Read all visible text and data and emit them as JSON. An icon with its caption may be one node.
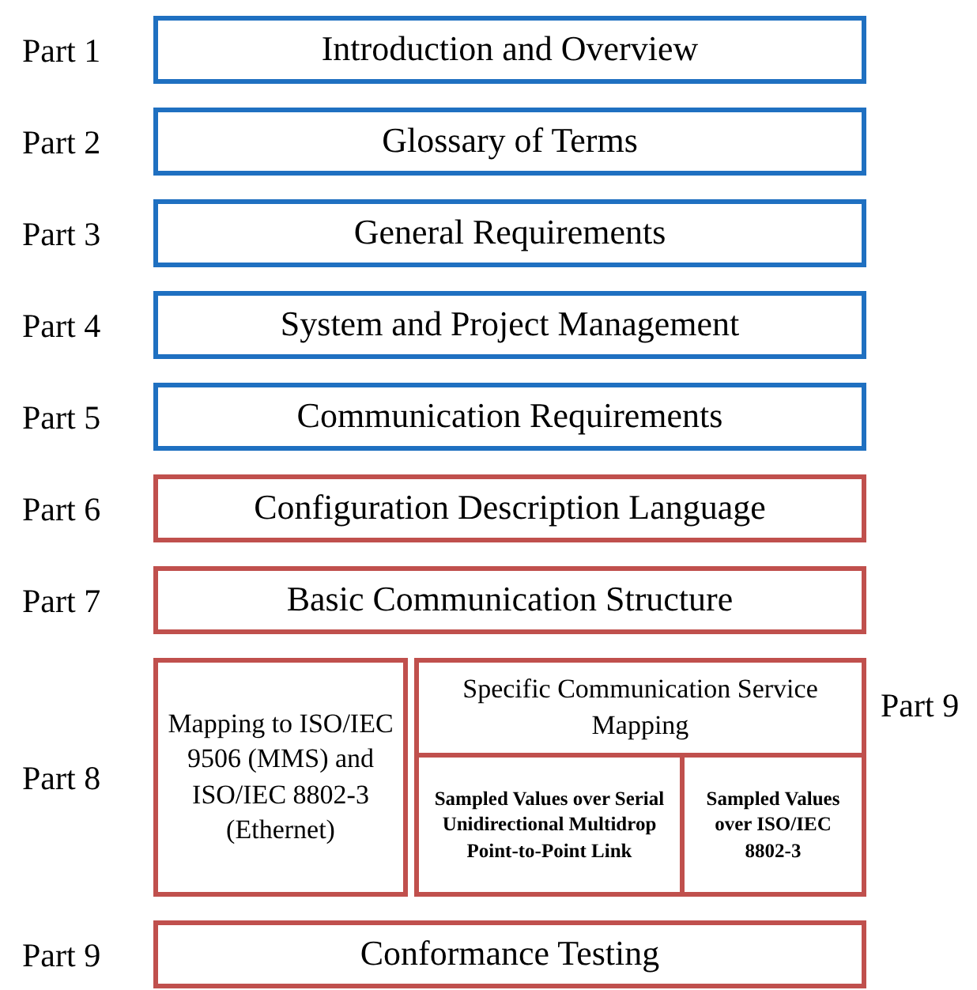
{
  "diagram": {
    "nodes": [
      {
        "text": [
          "Introduction and Overview"
        ],
        "beside": [
          "Part 1"
        ]
      },
      {
        "text": [
          "Glossary of Terms"
        ],
        "beside": [
          "Part 2"
        ]
      },
      {
        "text": [
          "General Requirements"
        ],
        "beside": [
          "Part 3"
        ]
      },
      {
        "text": [
          "System and Project Management"
        ],
        "beside": [
          "Part 4"
        ]
      },
      {
        "text": [
          "Communication Requirements"
        ],
        "beside": [
          "Part 5"
        ]
      },
      {
        "text": [
          "Configuration Description Language"
        ],
        "beside": [
          "Part 6"
        ]
      },
      {
        "text": [
          "Basic Communication Structure"
        ],
        "beside": [
          "Part 7"
        ]
      },
      {
        "text": [
          "Mapping to ISO/IEC 9506 (MMS) and ISO/IEC 8802-3 (Ethernet)"
        ],
        "beside": [
          "Part 8"
        ]
      },
      {
        "text": [
          "Specific Communication Service Mapping"
        ],
        "beside": [
          "Part 9"
        ]
      },
      {
        "text": [
          "Sampled Values over Serial Unidirectional Multidrop Point-to-Point Link"
        ],
        "in": 8
      },
      {
        "text": [
          "Sampled Values over ISO/IEC 8802-3"
        ],
        "in": 8
      },
      {
        "text": [
          "Conformance Testing"
        ],
        "beside": [
          "Part 9"
        ]
      }
    ]
  }
}
